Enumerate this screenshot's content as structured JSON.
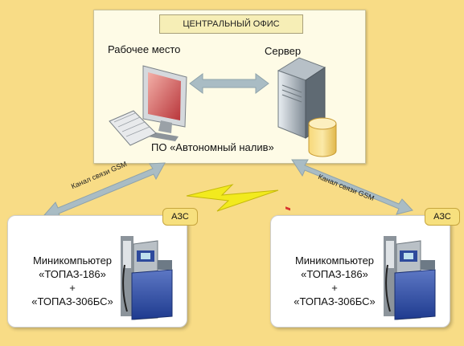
{
  "office": {
    "title": "ЦЕНТРАЛЬНЫЙ ОФИС",
    "workstation_label": "Рабочее место",
    "server_label": "Сервер",
    "software_label": "ПО «Автономный налив»"
  },
  "links": {
    "left_channel": "Канал связи GSM",
    "right_channel": "Канал связи GSM"
  },
  "stations": [
    {
      "badge": "АЗС",
      "line1": "Миникомпьютер",
      "line2": "«ТОПАЗ-186»",
      "line3": "+",
      "line4": "«ТОПАЗ-306БС»"
    },
    {
      "badge": "АЗС",
      "line1": "Миникомпьютер",
      "line2": "«ТОПАЗ-186»",
      "line3": "+",
      "line4": "«ТОПАЗ-306БС»"
    }
  ],
  "colors": {
    "background": "#f8dc86",
    "arrow": "#a9bcc4",
    "lightning": "#f2ea1e"
  }
}
